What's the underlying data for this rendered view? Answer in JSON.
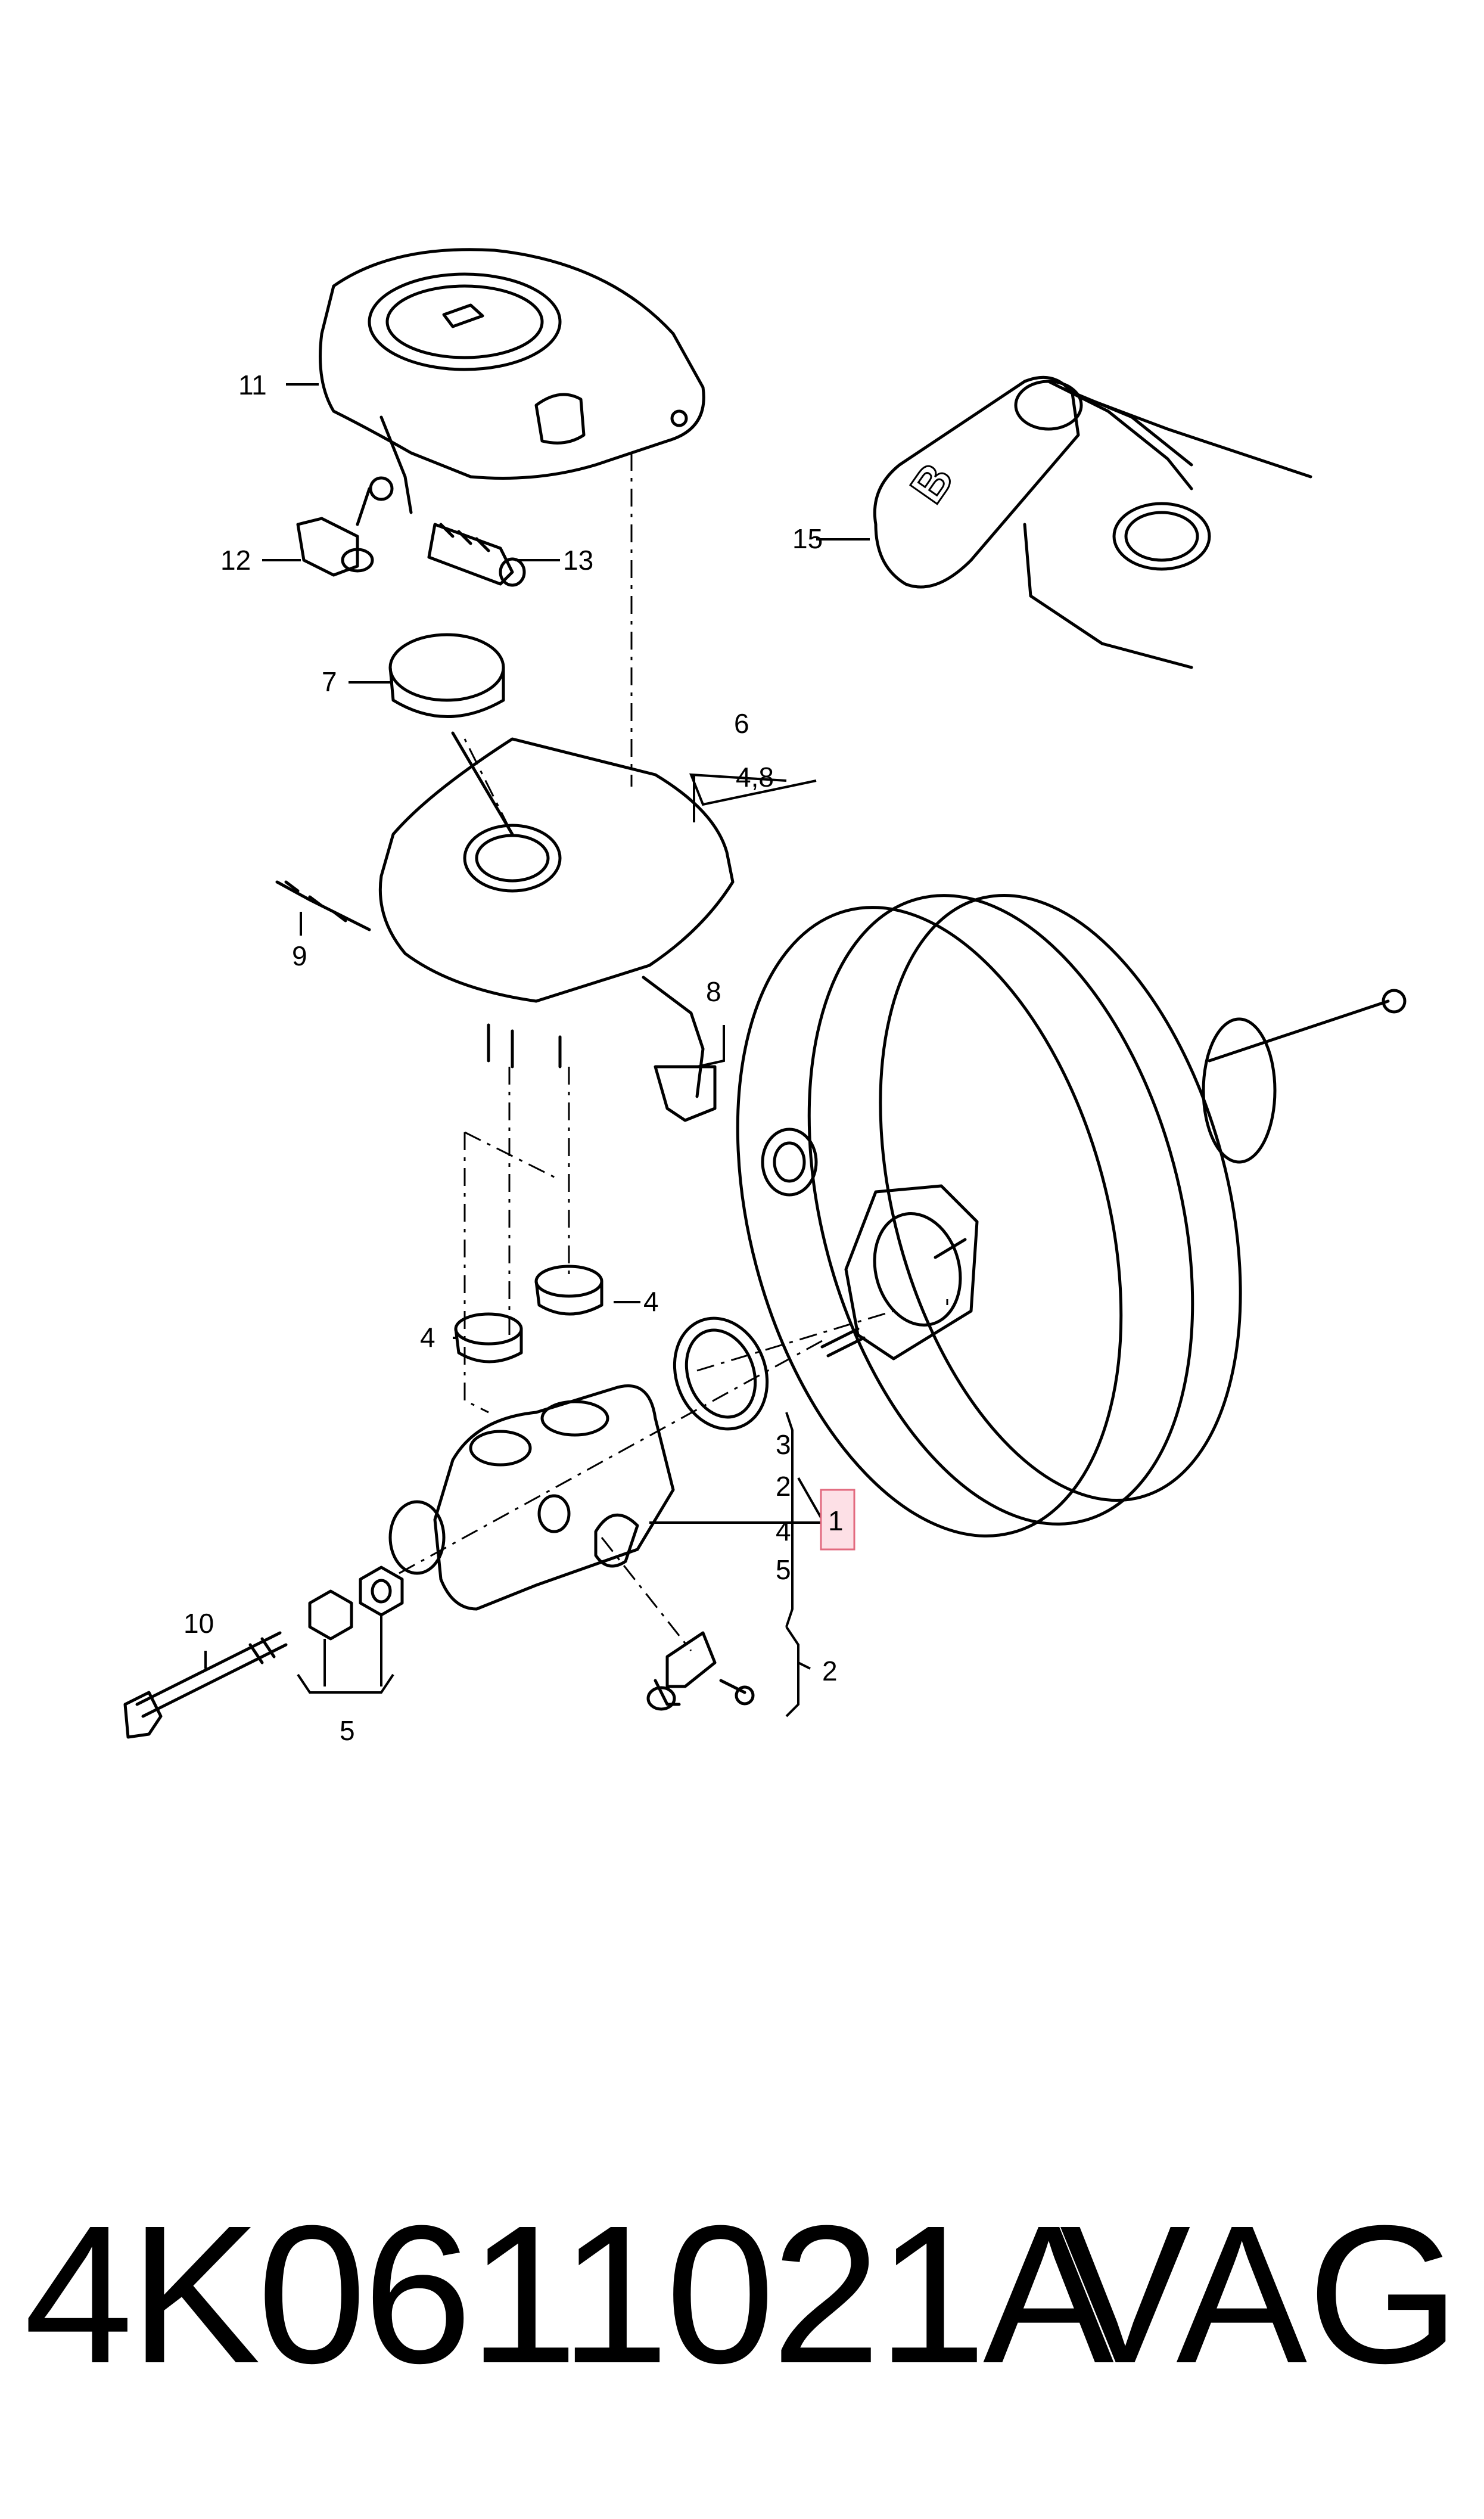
{
  "callouts": {
    "c1": "1",
    "c2a": "2",
    "c2b": "2",
    "c3": "3",
    "c4a": "4",
    "c4b": "4",
    "c4c": "4",
    "c5a": "5",
    "c5b": "5",
    "c6": "6",
    "c48": "4,8",
    "c7": "7",
    "c8": "8",
    "c9": "9",
    "c10": "10",
    "c11": "11",
    "c12": "12",
    "c13": "13",
    "c15": "15"
  },
  "reservoir_bottle_letter": "B",
  "footer": {
    "part_number": "4K0611021A",
    "brand": "VAG"
  },
  "colors": {
    "highlight_fill": "#fde0e6",
    "highlight_stroke": "#e26a7f",
    "line": "#000000"
  }
}
